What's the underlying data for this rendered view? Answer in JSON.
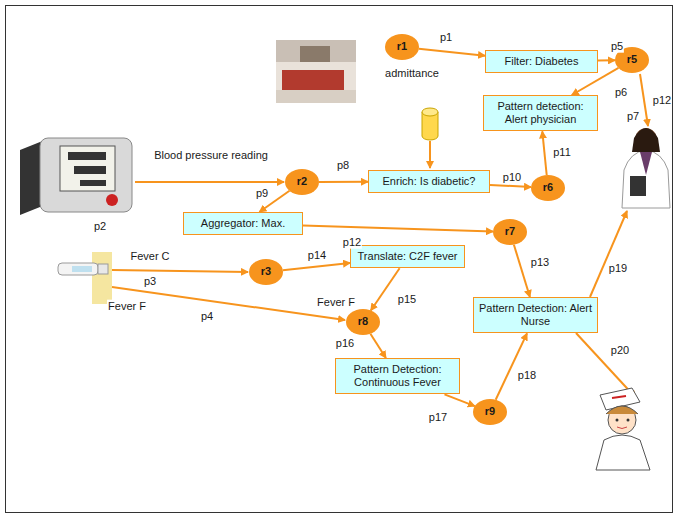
{
  "diagram": {
    "nodes": [
      {
        "text": [
          "r1"
        ]
      },
      {
        "text": [
          "Filter: Diabetes"
        ]
      },
      {
        "text": [
          "r5"
        ]
      },
      {
        "text": [
          "Pattern detection: Alert physician"
        ]
      },
      {
        "text": [
          "r2"
        ]
      },
      {
        "text": [
          "Enrich: Is diabetic?"
        ]
      },
      {
        "text": [
          "r6"
        ]
      },
      {
        "text": [
          "Aggregator: Max."
        ]
      },
      {
        "text": [
          "r7"
        ]
      },
      {
        "text": [
          "r3"
        ]
      },
      {
        "text": [
          "Translate: C2F fever"
        ]
      },
      {
        "text": [
          "Pattern Detection: Alert Nurse"
        ]
      },
      {
        "text": [
          "r8"
        ]
      },
      {
        "text": [
          "Pattern Detection: Continuous Fever"
        ]
      },
      {
        "text": [
          "r9"
        ]
      }
    ],
    "edges": [
      {
        "from": 0,
        "to": 1,
        "label": "p1",
        "arrow": "to"
      },
      {
        "from": 1,
        "to": 2,
        "label": "p5",
        "arrow": "to"
      },
      {
        "from": 2,
        "to": 3,
        "label": "p6",
        "arrow": "to"
      },
      {
        "from": 4,
        "to": 5,
        "label": "p8",
        "arrow": "to"
      },
      {
        "from": 4,
        "to": 7,
        "label": "p9",
        "arrow": "to"
      },
      {
        "from": 5,
        "to": 6,
        "label": "p10",
        "arrow": "to"
      },
      {
        "from": 6,
        "to": 3,
        "label": "p11",
        "arrow": "to"
      },
      {
        "from": 7,
        "to": 8,
        "label": "p12",
        "arrow": "to"
      },
      {
        "from": 8,
        "to": 11,
        "label": "p13",
        "arrow": "to"
      },
      {
        "from": 9,
        "to": 10,
        "label": "p14",
        "arrow": "to"
      },
      {
        "from": 10,
        "to": 12,
        "label": "p15",
        "arrow": "to"
      },
      {
        "from": 12,
        "to": 13,
        "label": "p16",
        "arrow": "to"
      },
      {
        "from": 13,
        "to": 14,
        "label": "p17",
        "arrow": "to"
      },
      {
        "from": 14,
        "to": 11,
        "label": "p18",
        "arrow": "to"
      }
    ],
    "labels": [
      "admittance",
      "p7",
      "p12",
      "Blood pressure reading",
      "p2",
      "Fever C",
      "p3",
      "Fever F",
      "p4",
      "Fever F",
      "p19",
      "p20"
    ]
  }
}
